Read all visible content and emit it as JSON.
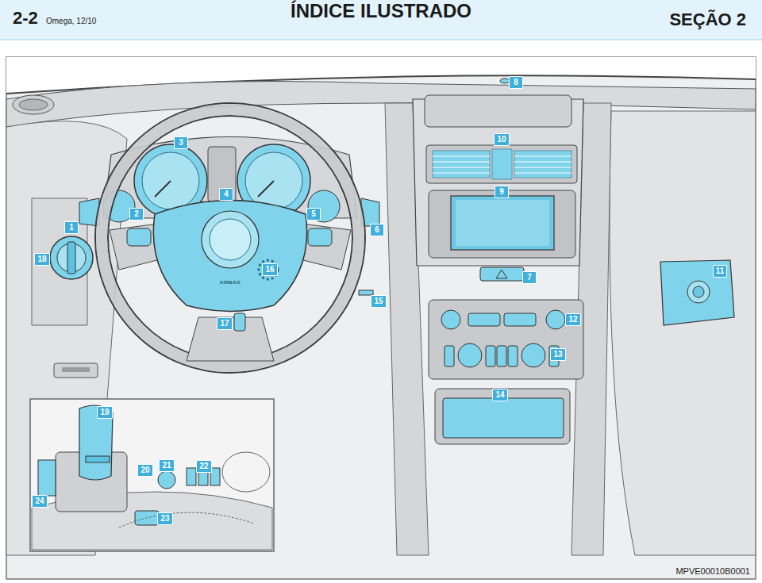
{
  "diagram": {
    "title": "ÍNDICE ILUSTRADO",
    "labels": [
      "2-2",
      "Omega, 12/10",
      "SEÇÃO 2",
      "1",
      "2",
      "3",
      "4",
      "5",
      "6",
      "7",
      "8",
      "9",
      "10",
      "11",
      "12",
      "13",
      "14",
      "15",
      "16",
      "17",
      "18",
      "19",
      "20",
      "21",
      "22",
      "23",
      "24",
      "AIRBAG",
      "MPVE00010B0001"
    ]
  }
}
